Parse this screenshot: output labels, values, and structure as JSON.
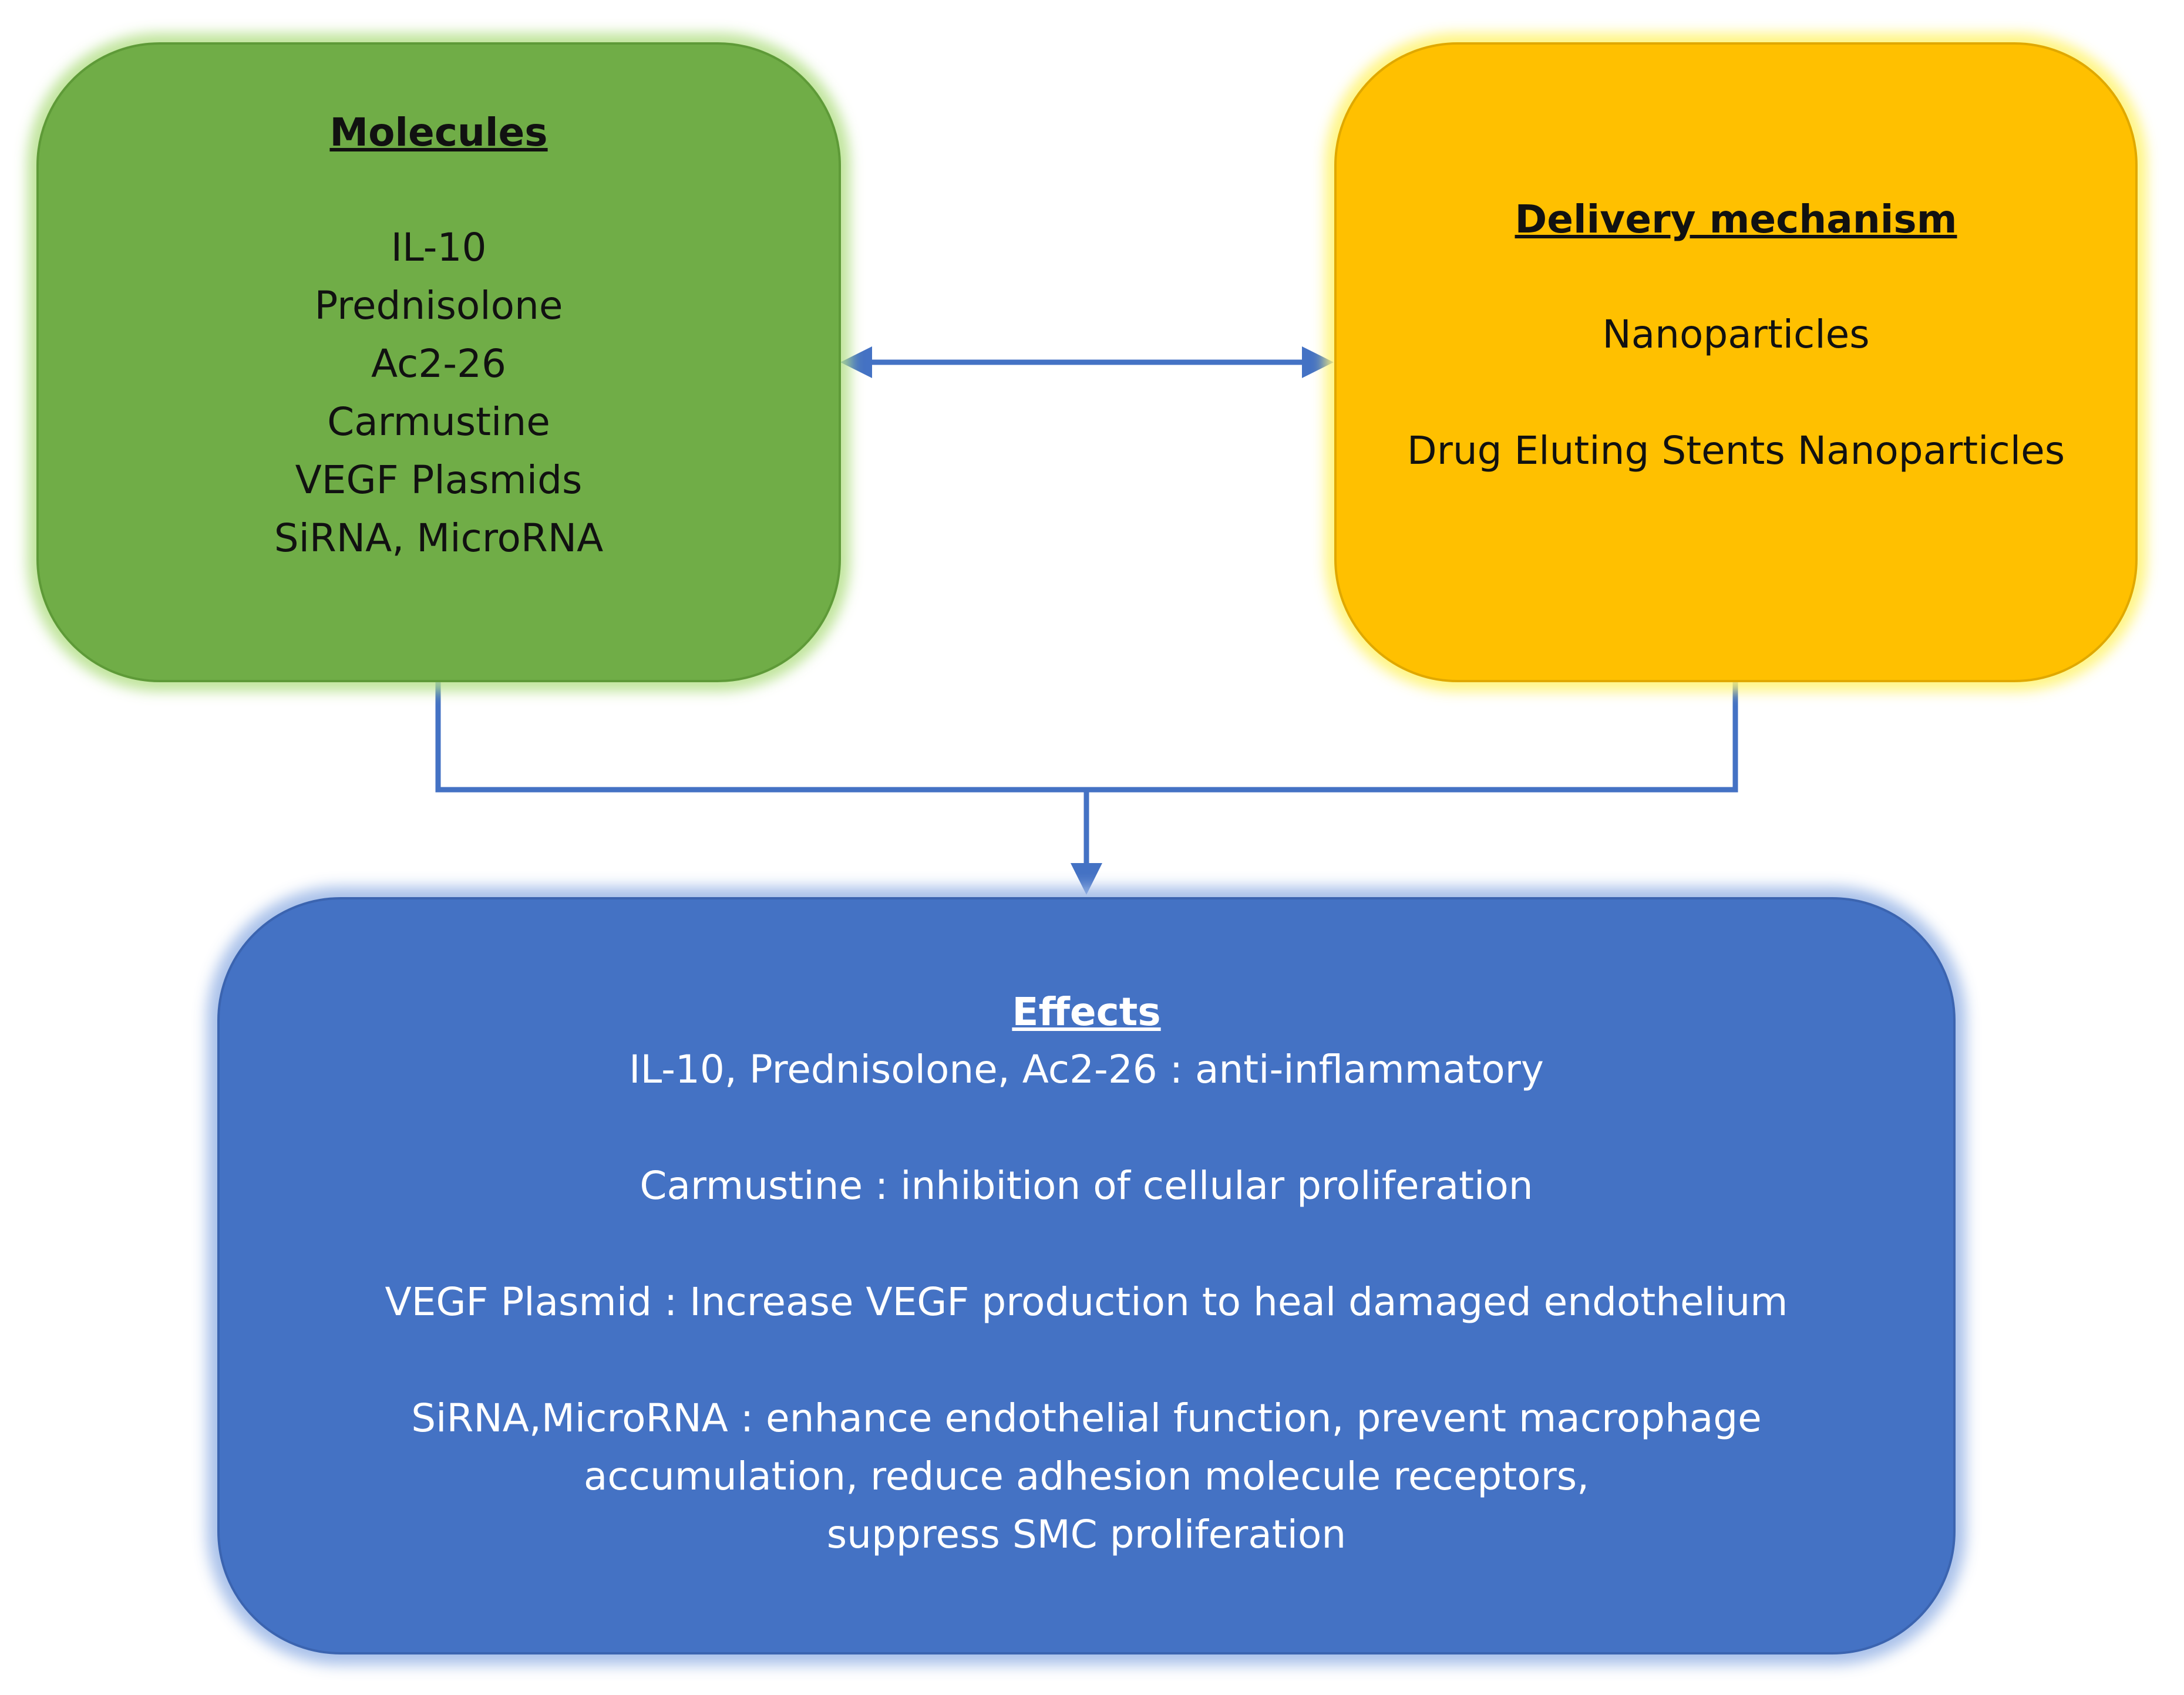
{
  "molecules": {
    "title": "Molecules",
    "items": [
      "IL-10",
      "Prednisolone",
      "Ac2-26",
      "Carmustine",
      "VEGF Plasmids",
      "SiRNA, MicroRNA"
    ]
  },
  "delivery": {
    "title": "Delivery mechanism",
    "items": [
      "Nanoparticles",
      "Drug Eluting Stents Nanoparticles"
    ]
  },
  "effects": {
    "title": "Effects",
    "lines": [
      "IL-10, Prednisolone, Ac2-26 : anti-inflammatory",
      "Carmustine : inhibition of cellular proliferation",
      "VEGF Plasmid  : Increase VEGF production to heal damaged endothelium",
      "SiRNA,MicroRNA : enhance endothelial function, prevent macrophage",
      "accumulation, reduce adhesion molecule receptors,",
      "suppress SMC proliferation"
    ]
  },
  "colors": {
    "molecules_fill": "#70ad47",
    "delivery_fill": "#ffc000",
    "effects_fill": "#4472c4",
    "connector": "#4472c4"
  }
}
